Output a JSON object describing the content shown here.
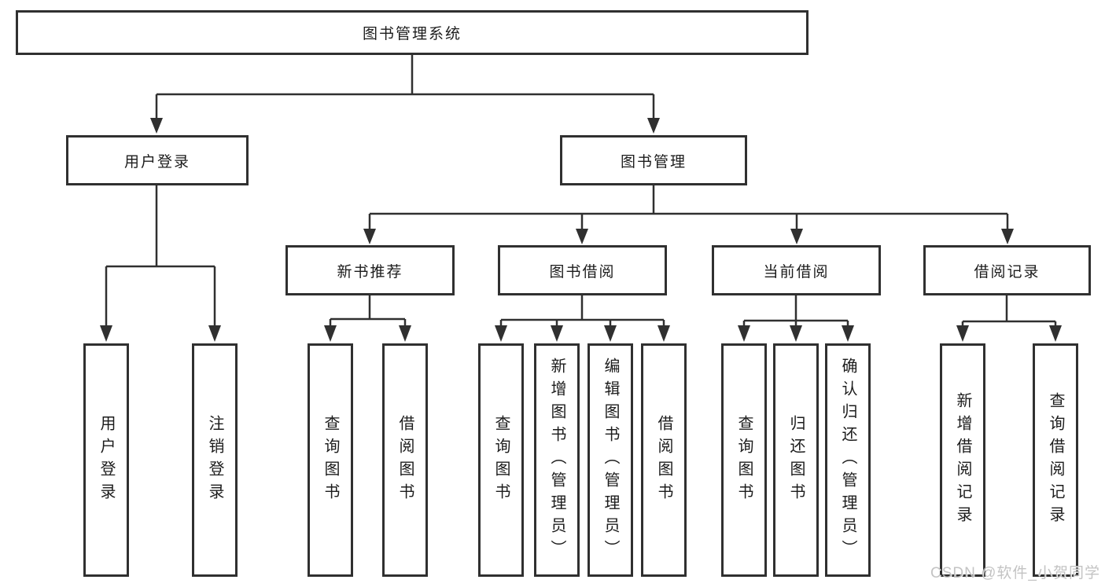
{
  "colors": {
    "box_border": "#303030",
    "box_fill": "#ffffff",
    "line": "#303030",
    "text": "#1c1c1c",
    "watermark": "#bdbdbd"
  },
  "tree": {
    "root": "图书管理系统",
    "user_login": {
      "label": "用户登录",
      "children": [
        "用户登录",
        "注销登录"
      ]
    },
    "book_mgmt": {
      "label": "图书管理",
      "groups": [
        {
          "label": "新书推荐",
          "children": [
            "查询图书",
            "借阅图书"
          ]
        },
        {
          "label": "图书借阅",
          "children": [
            "查询图书",
            "新增图书（管理员）",
            "编辑图书（管理员）",
            "借阅图书"
          ]
        },
        {
          "label": "当前借阅",
          "children": [
            "查询图书",
            "归还图书",
            "确认归还（管理员）"
          ]
        },
        {
          "label": "借阅记录",
          "children": [
            "新增借阅记录",
            "查询借阅记录"
          ]
        }
      ]
    }
  },
  "watermark": "CSDN @软件_小贺同学"
}
